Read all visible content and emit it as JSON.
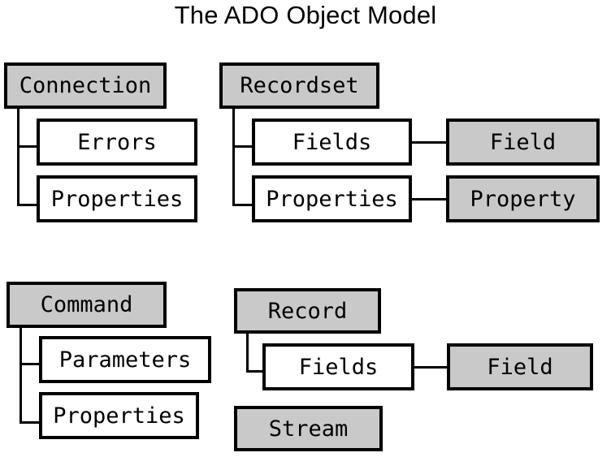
{
  "title": "The ADO Object Model",
  "palette": {
    "background": "#ffffff",
    "outline": "#000000",
    "shaded_fill": "#c9c9c9",
    "plain_fill": "#ffffff"
  },
  "groups": [
    {
      "id": "connection-group",
      "root": "Connection",
      "children": [
        "Errors",
        "Properties"
      ],
      "grandchildren": []
    },
    {
      "id": "recordset-group",
      "root": "Recordset",
      "children": [
        "Fields",
        "Properties"
      ],
      "grandchildren": [
        "Field",
        "Property"
      ]
    },
    {
      "id": "command-group",
      "root": "Command",
      "children": [
        "Parameters",
        "Properties"
      ],
      "grandchildren": []
    },
    {
      "id": "record-group",
      "root": "Record",
      "children": [
        "Fields"
      ],
      "grandchildren": [
        "Field"
      ]
    },
    {
      "id": "stream-group",
      "root": "Stream",
      "children": [],
      "grandchildren": []
    }
  ],
  "nodes": {
    "connection": {
      "label": "Connection",
      "fill": "shaded"
    },
    "connection_errors": {
      "label": "Errors",
      "fill": "plain"
    },
    "connection_properties": {
      "label": "Properties",
      "fill": "plain"
    },
    "recordset": {
      "label": "Recordset",
      "fill": "shaded"
    },
    "recordset_fields": {
      "label": "Fields",
      "fill": "plain"
    },
    "recordset_field": {
      "label": "Field",
      "fill": "shaded"
    },
    "recordset_properties": {
      "label": "Properties",
      "fill": "plain"
    },
    "recordset_property": {
      "label": "Property",
      "fill": "shaded"
    },
    "command": {
      "label": "Command",
      "fill": "shaded"
    },
    "command_parameters": {
      "label": "Parameters",
      "fill": "plain"
    },
    "command_properties": {
      "label": "Properties",
      "fill": "plain"
    },
    "record": {
      "label": "Record",
      "fill": "shaded"
    },
    "record_fields": {
      "label": "Fields",
      "fill": "plain"
    },
    "record_field": {
      "label": "Field",
      "fill": "shaded"
    },
    "stream": {
      "label": "Stream",
      "fill": "shaded"
    }
  }
}
